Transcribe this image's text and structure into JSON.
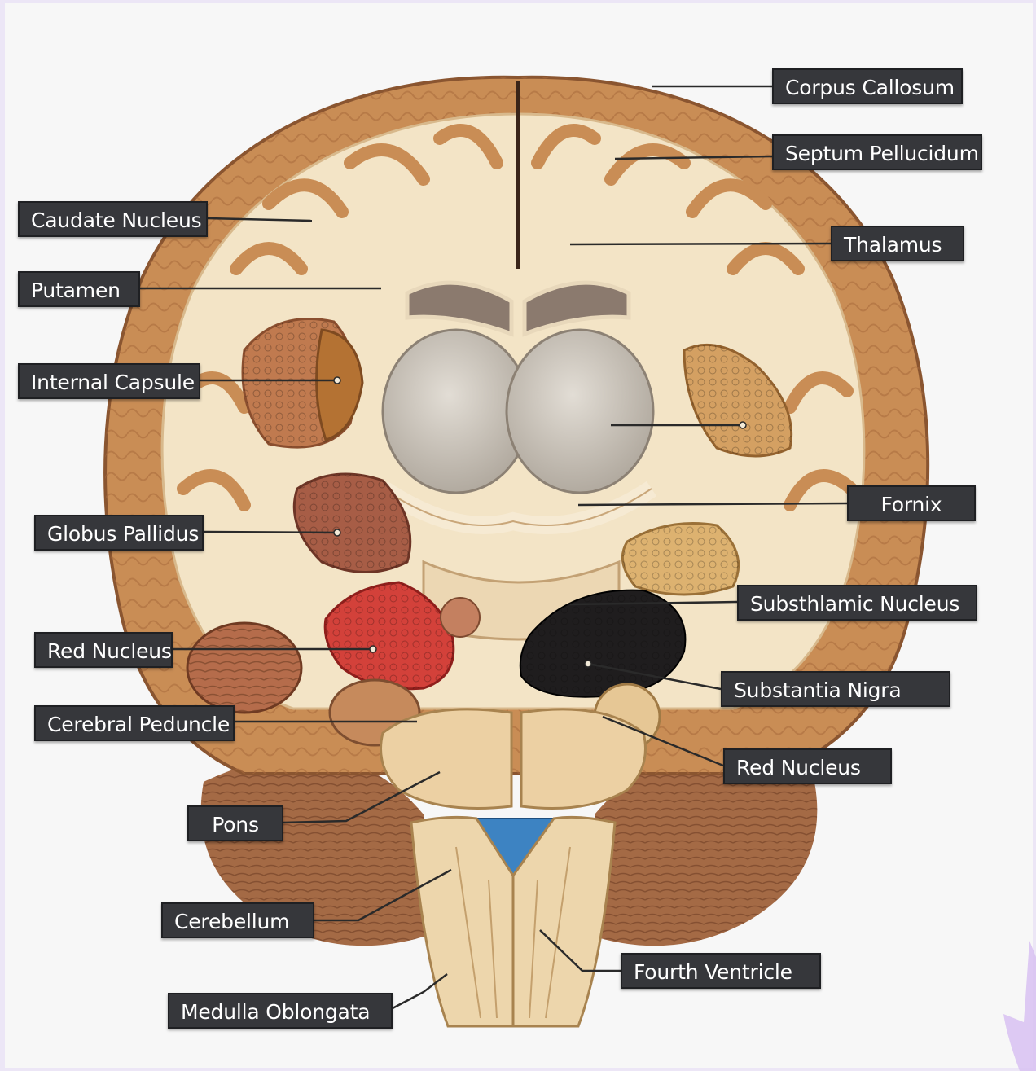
{
  "labels": {
    "corpus_callosum": "Corpus Callosum",
    "septum_pellucidum": "Septum Pellucidum",
    "caudate_nucleus": "Caudate Nucleus",
    "thalamus": "Thalamus",
    "putamen": "Putamen",
    "internal_capsule": "Internal Capsule",
    "fornix": "Fornix",
    "globus_pallidus": "Globus Pallidus",
    "subthalamic_nucleus": "Substhlamic Nucleus",
    "red_nucleus_left": "Red Nucleus",
    "substantia_nigra": "Substantia Nigra",
    "cerebral_peduncle": "Cerebral Peduncle",
    "red_nucleus_right": "Red Nucleus",
    "pons": "Pons",
    "cerebellum": "Cerebellum",
    "fourth_ventricle": "Fourth Ventricle",
    "medulla_oblongata": "Medulla Oblongata"
  },
  "colors": {
    "label_bg": "#36373b",
    "label_text": "#ffffff",
    "cortex": "#c98d55",
    "white_matter": "#f3e4c6",
    "thalamus": "#c9c4bb",
    "red_nucleus": "#d3413a",
    "substantia_nigra": "#1f1d1e",
    "fourth_ventricle": "#3d83c2",
    "cerebellum": "#a46a45",
    "background": "#f7f7f7"
  }
}
